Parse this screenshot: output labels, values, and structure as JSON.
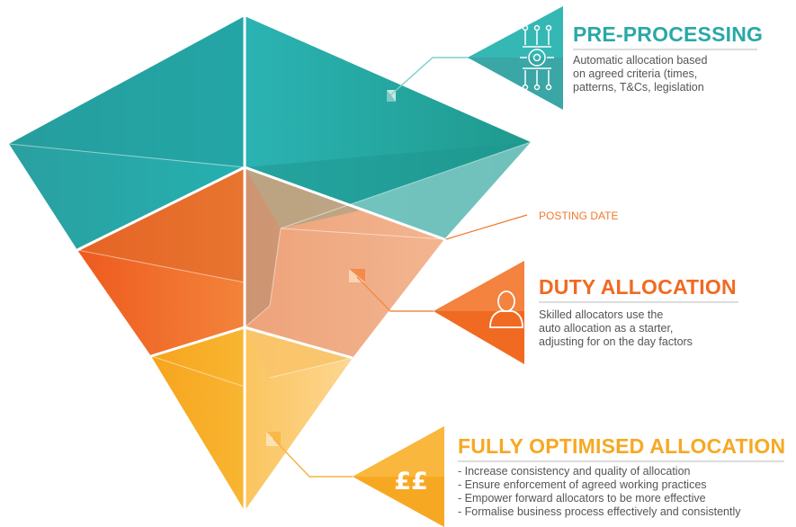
{
  "diagram": {
    "stages": [
      {
        "title": "PRE-PROCESSING",
        "color": "#2aa8a8",
        "icon": "process-network-icon",
        "description": [
          "Automatic allocation based",
          "on agreed criteria (times,",
          "patterns, T&Cs, legislation"
        ]
      },
      {
        "title": "DUTY ALLOCATION",
        "color": "#f06a22",
        "icon": "person-icon",
        "description": [
          "Skilled allocators use the",
          "auto allocation as a starter,",
          "adjusting for on the day factors"
        ]
      },
      {
        "title": "FULLY OPTIMISED ALLOCATION",
        "color": "#f7a823",
        "icon": "pounds-icon",
        "icon_text": "££",
        "description": [
          "- Increase consistency and quality of allocation",
          "- Ensure enforcement of agreed working practices",
          "- Empower forward allocators to be more effective",
          "- Formalise business process effectively and consistently"
        ]
      }
    ],
    "posting_date_label": "POSTING DATE",
    "posting_color": "#f07a2a"
  }
}
